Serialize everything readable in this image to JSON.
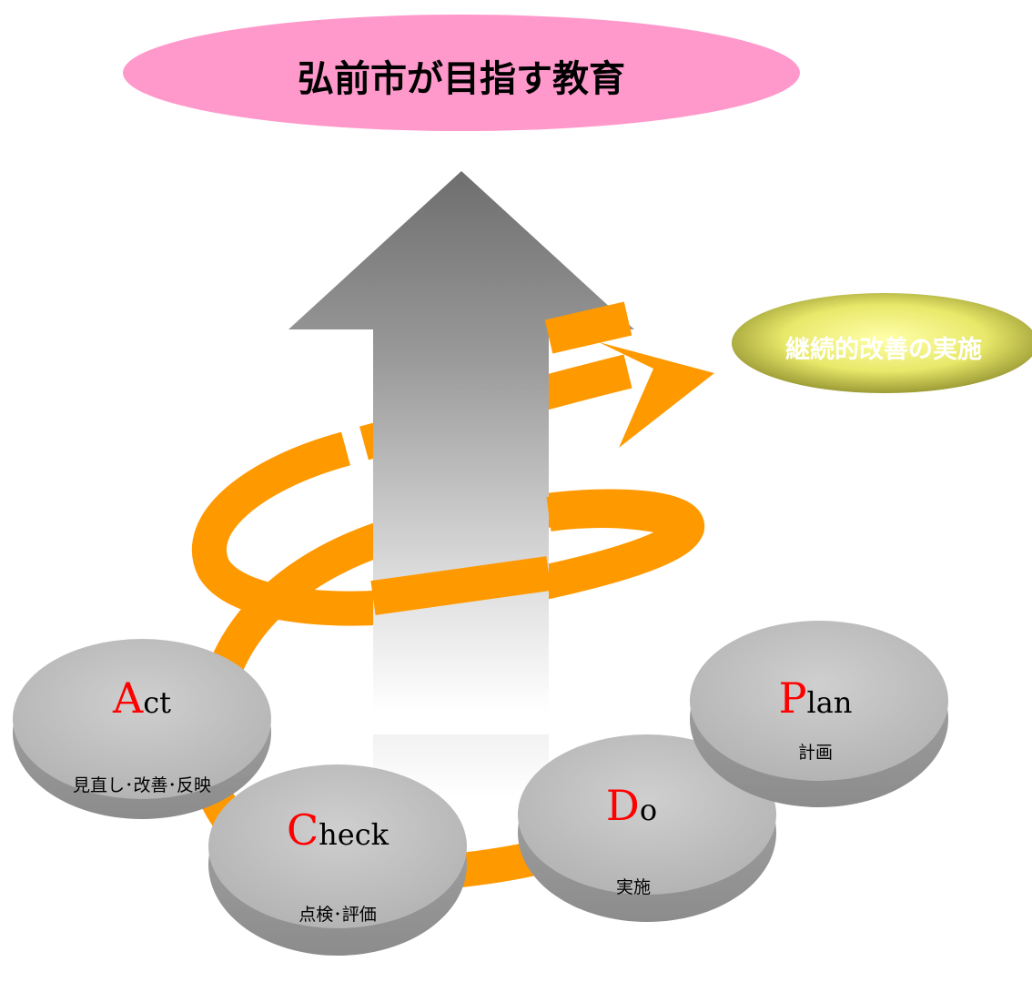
{
  "goal": {
    "title": "弘前市が目指す教育"
  },
  "continuous": {
    "label": "継続的改善の実施"
  },
  "steps": {
    "plan": {
      "initial": "P",
      "rest": "lan",
      "sub": "計画"
    },
    "do": {
      "initial": "D",
      "rest": "o",
      "sub": "実施"
    },
    "check": {
      "initial": "C",
      "rest": "heck",
      "sub": "点検･評価"
    },
    "act": {
      "initial": "A",
      "rest": "ct",
      "sub": "見直し･改善･反映"
    }
  },
  "colors": {
    "goal_fill": "#ff99cc",
    "spiral": "#ff9900",
    "arrow_top": "#6e6e6e",
    "disc": "#c0c0c0",
    "initial_letter": "#ff0000",
    "continuous_fill": "#eeee77"
  }
}
